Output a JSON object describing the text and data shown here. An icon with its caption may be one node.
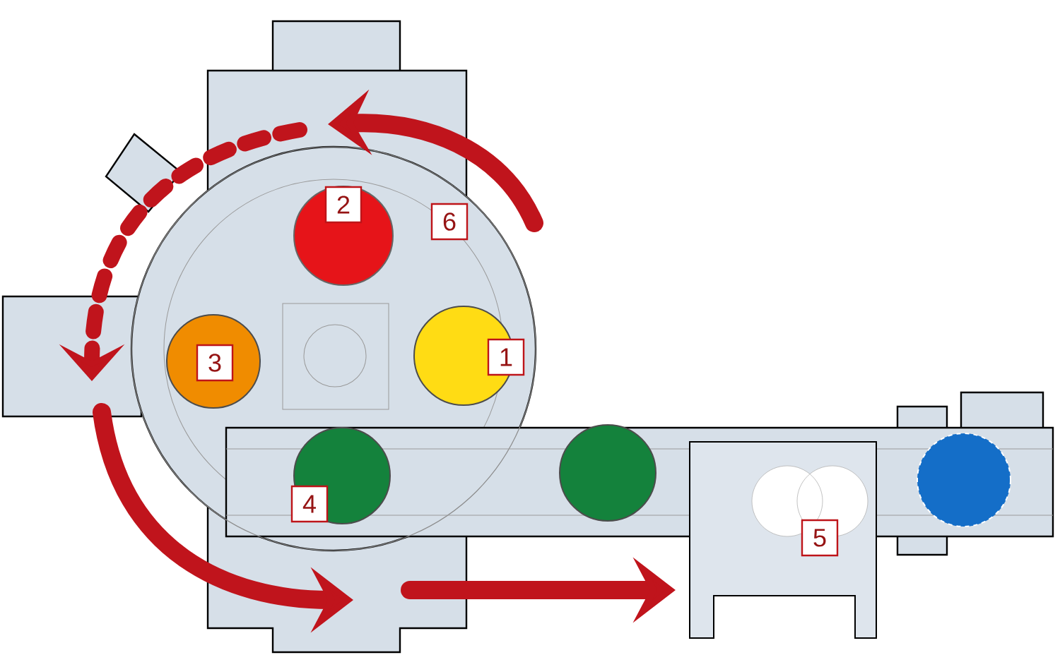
{
  "diagram": {
    "labels": [
      "2",
      "6",
      "3",
      "1",
      "4",
      "5"
    ]
  }
}
